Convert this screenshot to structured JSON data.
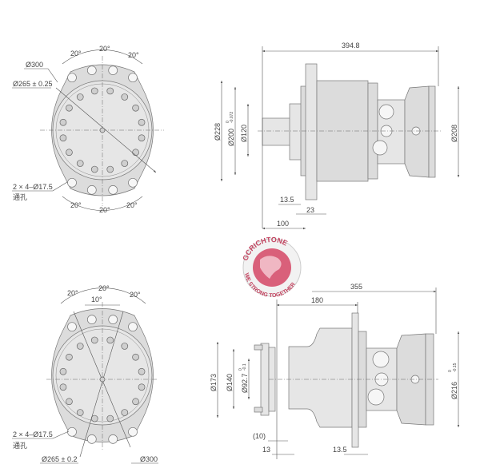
{
  "top_front_view": {
    "angle_labels_top": [
      "20°",
      "20°",
      "20°"
    ],
    "angle_labels_bottom": [
      "20°",
      "20°",
      "20°"
    ],
    "outer_diameter": "Ø300",
    "pcd": "Ø265 ± 0.25",
    "holes": "2 × 4–Ø17.5",
    "holes_note": "通孔"
  },
  "top_side_view": {
    "overall_length": "394.8",
    "d228": "Ø228",
    "d200": "Ø200",
    "d200_tol_upper": "0",
    "d200_tol_lower": "-0.072",
    "d120": "Ø120",
    "d208": "Ø208",
    "dim_13_5": "13.5",
    "dim_23": "23",
    "dim_100": "100"
  },
  "logo": {
    "brand": "GCRICHTONE",
    "slogan": "WE STRONG TOGETHER",
    "color": "#d9607a"
  },
  "bottom_front_view": {
    "angle_labels": [
      "20°",
      "20°",
      "20°",
      "10°"
    ],
    "holes": "2 × 4–Ø17.5",
    "holes_note": "通孔",
    "pcd": "Ø265 ± 0.2",
    "outer_diameter": "Ø300"
  },
  "bottom_side_view": {
    "overall_length": "355",
    "dim_180": "180",
    "d173": "Ø173",
    "d140": "Ø140",
    "d92": "Ø92.7",
    "d92_tol_upper": "0",
    "d92_tol_lower": "-0.1",
    "d216": "Ø216",
    "d216_tol_upper": "0",
    "d216_tol_lower": "-0.15",
    "dim_10": "(10)",
    "dim_13": "13",
    "dim_13_5": "13.5"
  }
}
